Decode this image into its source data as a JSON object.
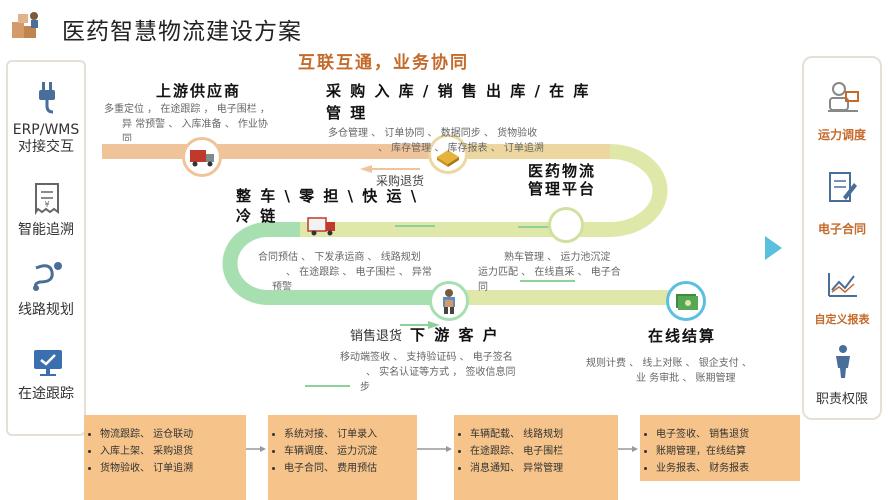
{
  "header": {
    "title": "医药智慧物流建设方案",
    "subtitle": "互联互通，业务协同"
  },
  "left_panel": {
    "items": [
      {
        "label": "ERP/WMS对接交互",
        "icon": "plug-icon"
      },
      {
        "label": "智能追溯",
        "icon": "receipt-icon"
      },
      {
        "label": "线路规划",
        "icon": "route-icon"
      },
      {
        "label": "在途跟踪",
        "icon": "monitor-icon"
      }
    ]
  },
  "right_panel": {
    "items": [
      {
        "label": "运力调度",
        "icon": "dispatcher-icon"
      },
      {
        "label": "电子合同",
        "icon": "contract-icon"
      },
      {
        "label": "自定义报表",
        "icon": "chart-icon"
      },
      {
        "label": "职责权限",
        "icon": "person-icon"
      }
    ]
  },
  "stages": {
    "upstream": {
      "title": "上游供应商",
      "desc": [
        "多重定位 ， 在途跟踪 ， 电子围栏 ，",
        "异 常预警 、 入库准备 、 作业协",
        "同"
      ]
    },
    "purchase": {
      "title": "采 购 入 库 / 销 售 出 库 / 在 库",
      "title2": "管 理",
      "desc": [
        "多仓管理 、 订单协同 、 数据同步 、 货物验收",
        "、 库存管理 、 库存报表 、 订单追溯"
      ]
    },
    "return_label": "采购退货",
    "platform": {
      "title": "医药物流",
      "title2": "管理平台",
      "desc": [
        "熟车管理 、 运力池沉淀",
        "运力匹配 、 在线直采 、 电子合",
        "同"
      ]
    },
    "vehicle": {
      "title": "整 车 \\ 零 担 \\ 快 运 \\",
      "title2": "冷 链",
      "desc": [
        "合同预估 、 下发承运商 、 线路规划",
        "、 在途跟踪 、 电子围栏 、 异常",
        "预警"
      ]
    },
    "sales_return": "销售退货",
    "downstream": {
      "title": "下 游 客 户",
      "desc": [
        "移动端签收 、 支持验证码 、 电子签名",
        "、 实名认证等方式 ， 签收信息同",
        "步"
      ]
    },
    "settlement": {
      "title": "在线结算",
      "desc": [
        "规则计费 、 线上对账 、 银企支付 、",
        "业 务审批 、 账期管理"
      ]
    }
  },
  "bottom_boxes": [
    {
      "items": [
        "物流跟踪、 运仓联动",
        "入库上架、 采购退货",
        "货物验收、 订单追溯"
      ]
    },
    {
      "items": [
        "系统对接、 订单录入",
        "车辆调度、 运力沉淀",
        "电子合同、 费用预估"
      ]
    },
    {
      "items": [
        "车辆配载、 线路规划",
        "在途跟踪、 电子围栏",
        "消息通知、 异常管理"
      ]
    },
    {
      "items": [
        "电子签收、 销售退货",
        "账期管理，在线结算",
        "业务报表、 财务报表"
      ]
    }
  ],
  "colors": {
    "orange_band": "#f0c49a",
    "green_band": "#a8dfb0",
    "yellow_band": "#dfe8a8",
    "accent": "#c56a2a",
    "blue_arrow": "#5bbfe0",
    "box_fill": "#f6c48a"
  }
}
